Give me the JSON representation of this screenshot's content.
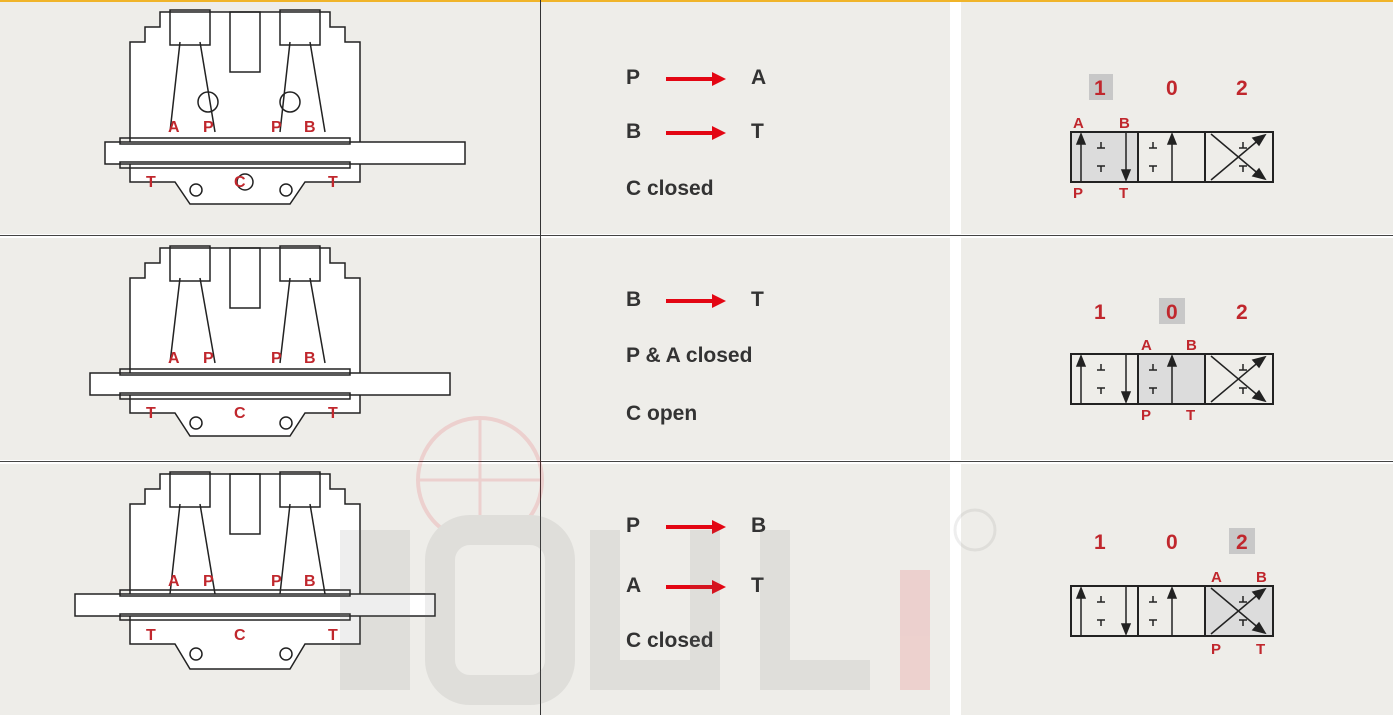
{
  "rows": [
    {
      "flows": [
        {
          "from": "P",
          "to": "A"
        },
        {
          "from": "B",
          "to": "T"
        }
      ],
      "status": "C closed",
      "positions": [
        "1",
        "0",
        "2"
      ],
      "active": 0,
      "ports": {
        "a": "A",
        "b": "B",
        "p": "P",
        "t": "T"
      },
      "section_labels": [
        "A",
        "P",
        "P",
        "B",
        "T",
        "C",
        "T"
      ]
    },
    {
      "flows": [
        {
          "from": "B",
          "to": "T"
        }
      ],
      "status_lines": [
        "P & A closed",
        "C open"
      ],
      "positions": [
        "1",
        "0",
        "2"
      ],
      "active": 1,
      "ports": {
        "a": "A",
        "b": "B",
        "p": "P",
        "t": "T"
      },
      "section_labels": [
        "A",
        "P",
        "P",
        "B",
        "T",
        "C",
        "T"
      ]
    },
    {
      "flows": [
        {
          "from": "P",
          "to": "B"
        },
        {
          "from": "A",
          "to": "T"
        }
      ],
      "status": "C closed",
      "positions": [
        "1",
        "0",
        "2"
      ],
      "active": 2,
      "ports": {
        "a": "A",
        "b": "B",
        "p": "P",
        "t": "T"
      },
      "section_labels": [
        "A",
        "P",
        "P",
        "B",
        "T",
        "C",
        "T"
      ]
    }
  ],
  "watermark": {
    "text": "YOULi",
    "registered": "®"
  },
  "colors": {
    "port_red": "#c0272d",
    "arrow_red": "#e30613",
    "cell_bg": "#eeede9",
    "highlight": "#c8c8c8",
    "text_dark": "#333333"
  }
}
